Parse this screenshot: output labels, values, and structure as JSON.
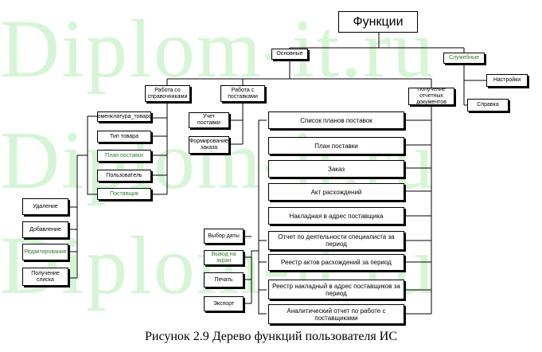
{
  "watermark": "Diplom-it.ru",
  "caption": "Рисунок 2.9 Дерево функций пользователя ИС",
  "nodes": {
    "root": "Функции",
    "basic": "Основные",
    "service": "Служебные",
    "settings": "Настройки",
    "help": "Справка",
    "dirs": "Работа со справочниками",
    "supplies": "Работа с поставками",
    "docs": "Получение отчетных документов",
    "nomen": "Номенклатура_товаров",
    "type": "Тип товара",
    "plan_sup": "План поставки",
    "user": "Пользователь",
    "supplier": "Поставщик",
    "del": "Удаление",
    "add": "Добавление",
    "edit": "Редактирование",
    "list": "Получение списка",
    "acc_sup": "Учет поставки",
    "form_order": "Формирование заказа",
    "plans_list": "Список планов поставок",
    "plan2": "План поставки",
    "order": "Заказ",
    "disc_act": "Акт расхождений",
    "invoice": "Накладная в адрес поставщика",
    "spec_rep": "Отчет   по деятельности  специалиста за период",
    "acts_reg": "Реестр актов расхождений за период",
    "inv_reg": "Реестр накладный в адрес поставщиков за период",
    "analytic": "Аналитический  отчет по работе с поставщиками",
    "date_sel": "Выбор даты",
    "screen": "Вывод на экран",
    "print": "Печать",
    "export": "Экспорт"
  }
}
